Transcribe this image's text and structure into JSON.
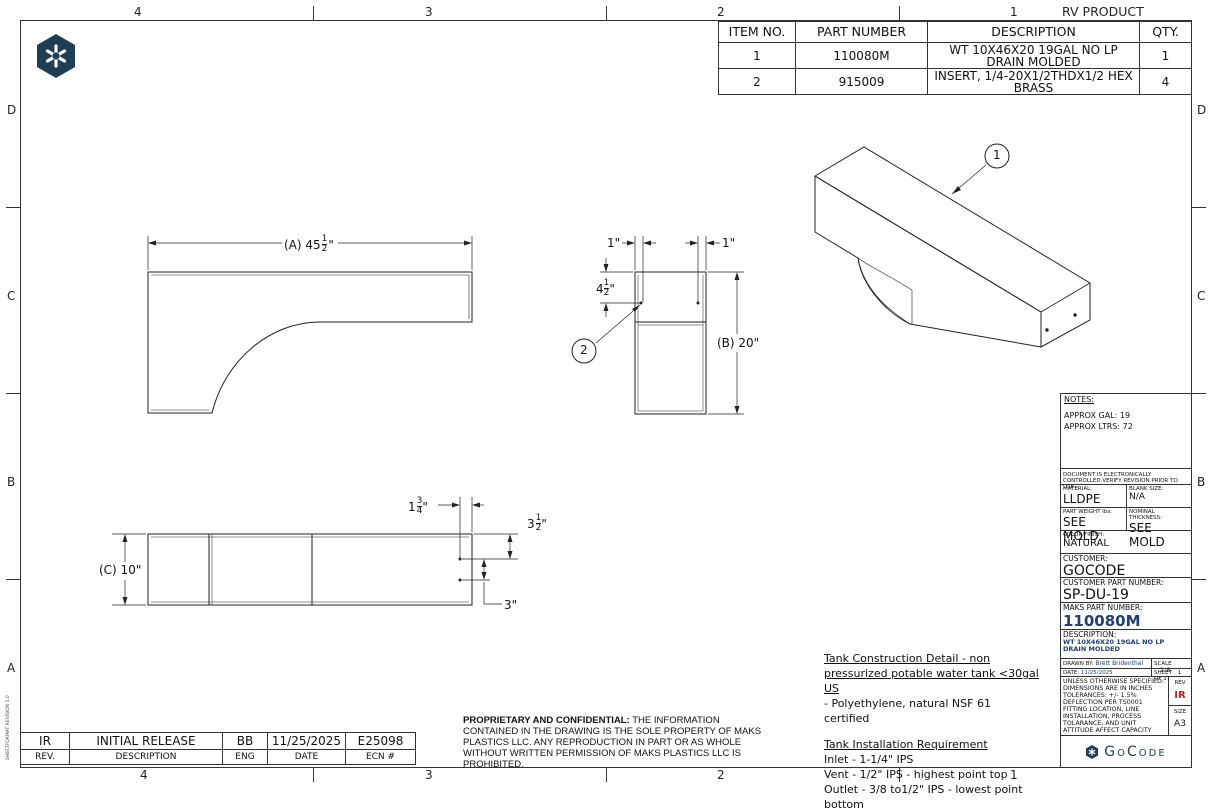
{
  "zones": {
    "cols_top": [
      "4",
      "3",
      "2",
      "1"
    ],
    "cols_bottom": [
      "4",
      "3",
      "2",
      "1"
    ],
    "rows_left": [
      "D",
      "C",
      "B",
      "A"
    ],
    "rows_right": [
      "D",
      "C",
      "B",
      "A"
    ]
  },
  "header": {
    "product": "RV PRODUCT"
  },
  "bom": {
    "headers": [
      "ITEM NO.",
      "PART NUMBER",
      "DESCRIPTION",
      "QTY."
    ],
    "rows": [
      {
        "item": "1",
        "part": "110080M",
        "desc": "WT 10X46X20 19GAL NO LP DRAIN MOLDED",
        "qty": "1"
      },
      {
        "item": "2",
        "part": "915009",
        "desc": "INSERT, 1/4-20X1/2THDX1/2 HEX BRASS",
        "qty": "4"
      }
    ]
  },
  "dims": {
    "a_label": "(A) 45",
    "a_num": "1",
    "a_den": "2",
    "a_suffix": "\"",
    "b_label": "(B) 20\"",
    "c_label": "(C) 10\"",
    "one_left": "1\"",
    "one_right": "1\"",
    "four_whole": "4",
    "four_num": "1",
    "four_den": "2",
    "four_suffix": "\"",
    "one34_whole": "1",
    "one34_num": "3",
    "one34_den": "4",
    "one34_suffix": "\"",
    "three12_whole": "3",
    "three12_num": "1",
    "three12_den": "2",
    "three12_suffix": "\"",
    "three": "3\""
  },
  "balloons": {
    "one": "1",
    "two": "2"
  },
  "title_block": {
    "notes_heading": "NOTES:",
    "approx_gal_label": "APPROX GAL:",
    "approx_gal": "19",
    "approx_ltrs_label": "APPROX LTRS:",
    "approx_ltrs": "72",
    "doc_notice": "DOCUMENT IS ELECTRONICALLY CONTROLLED.VERIFY REVISION PRIOR TO USE.",
    "material_label": "MATERIAL:",
    "material": "LLDPE",
    "blank_size_label": "BLANK SIZE:",
    "blank_size": "N/A",
    "part_weight_label": "PART WEIGHT lbs:",
    "part_weight": "SEE MOLD",
    "nominal_thickness_label": "NOMINAL THICKNESS:",
    "nominal_thickness": "SEE MOLD",
    "color_label": "COLOR/FINISH:",
    "color": "NATURAL",
    "customer_label": "CUSTOMER:",
    "customer": "GOCODE",
    "cust_part_label": "CUSTOMER PART NUMBER:",
    "cust_part": "SP-DU-19",
    "maks_part_label": "MAKS PART NUMBER:",
    "maks_part": "110080M",
    "description_label": "DESCRIPTION:",
    "description": "WT 10X46X20 19GAL NO LP DRAIN MOLDED",
    "drawn_by_label": "DRAWN BY:",
    "drawn_by": "Brett Bridenthal",
    "scale_label": "SCALE",
    "scale": "1:8",
    "date_label": "DATE:",
    "date": "11/25/2025",
    "sheet_label": "SHEET",
    "sheet": "1 OF 1",
    "tolerances": "UNLESS OTHERWISE SPECIFIED: DIMENSIONS ARE IN INCHES TOLERANCES: +/- 1.5% DEFLECTION PER TS0001 FITTING LOCATION, LINE INSTALLATION, PROCESS TOLARANCE, AND UNIT ATTITUDE AFFECT CAPACITY",
    "rev_label": "REV",
    "rev": "IR",
    "size_label": "SIZE",
    "size": "A3",
    "brand": "GoCode"
  },
  "notes": {
    "construction_title": "Tank Construction Detail - non pressurized potable water tank <30gal US",
    "construction_line": "- Polyethylene, natural NSF 61 certified",
    "install_title": "Tank Installation Requirement",
    "inlet": "Inlet -  1-1/4\" IPS",
    "vent": "Vent - 1/2\" IPS - highest point top",
    "outlet": "Outlet - 3/8 to1/2\" IPS - lowest point bottom"
  },
  "proprietary": {
    "bold": "PROPRIETARY AND CONFIDENTIAL:",
    "text": " THE INFORMATION CONTAINED IN THE DRAWING IS THE SOLE PROPERTY OF MAKS PLASTICS LLC. ANY REPRODUCTION IN PART OR AS WHOLE WITHOUT WRITTEN PERMISSION OF MAKS PLASTICS LLC IS PROHIBITED."
  },
  "revision_table": {
    "rev": "IR",
    "description": "INITIAL RELEASE",
    "eng": "BB",
    "date": "11/25/2025",
    "ecn": "E25098",
    "headers": [
      "REV.",
      "DESCRIPTION",
      "ENG",
      "DATE",
      "ECN #"
    ]
  },
  "sheet_format": "SHEETFORMAT REVISION 1.0"
}
